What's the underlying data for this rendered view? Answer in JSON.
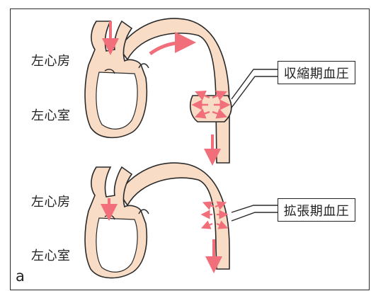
{
  "top": {
    "label_atrium": "左心房",
    "label_ventricle": "左心室",
    "box_label": "収縮期血圧"
  },
  "bottom": {
    "label_atrium": "左心房",
    "label_ventricle": "左心室",
    "box_label": "拡張期血圧"
  },
  "panel_letter": "a",
  "colors": {
    "heart_fill": "#f8dcc5",
    "outline": "#2a2a2a",
    "arrow": "#f06f7a"
  }
}
